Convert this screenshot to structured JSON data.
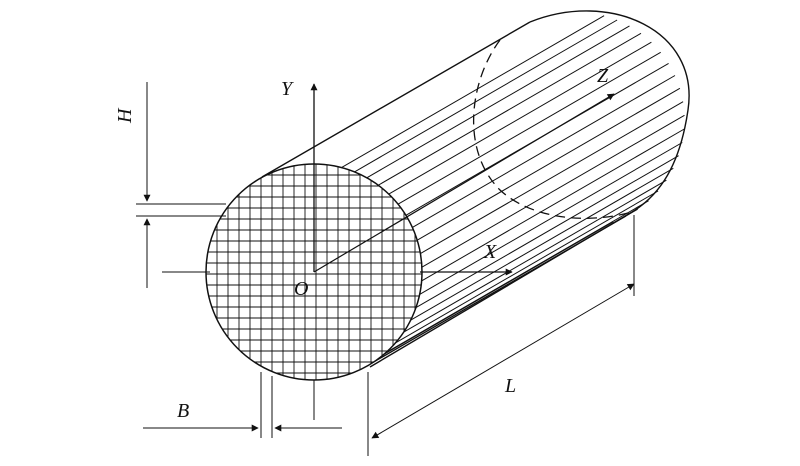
{
  "diagram": {
    "labels": {
      "y_axis": "Y",
      "x_axis": "X",
      "z_axis": "Z",
      "origin": "O",
      "height": "H",
      "width": "B",
      "length": "L"
    },
    "colors": {
      "line": "#111111",
      "background": "#ffffff"
    }
  }
}
